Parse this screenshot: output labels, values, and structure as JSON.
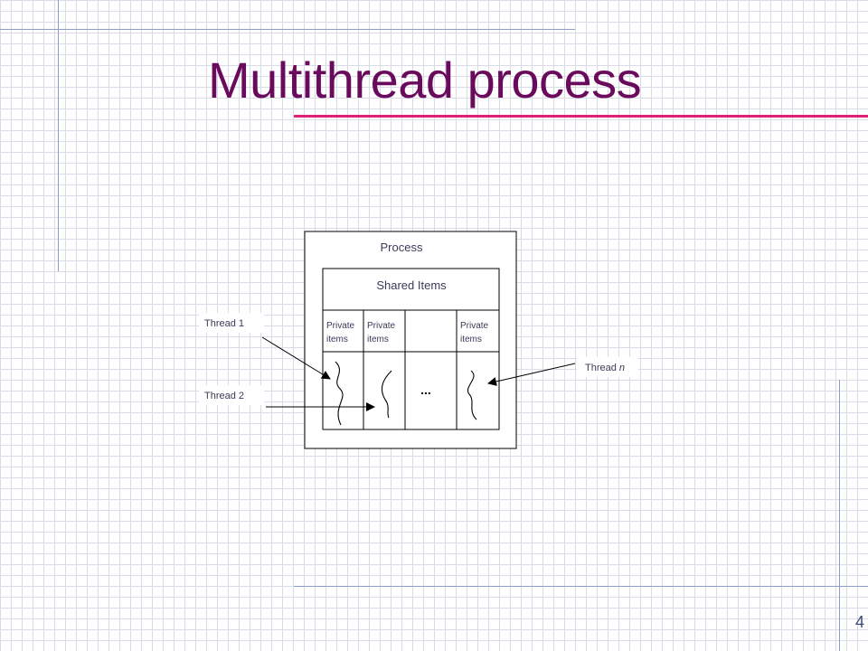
{
  "slide": {
    "title": "Multithread process",
    "page_number": "4"
  },
  "diagram": {
    "process_label": "Process",
    "shared_label": "Shared Items",
    "private_cols": [
      {
        "line1": "Private",
        "line2": "items"
      },
      {
        "line1": "Private",
        "line2": "items"
      },
      {
        "line1": "",
        "line2": ""
      },
      {
        "line1": "Private",
        "line2": "items"
      }
    ],
    "ellipsis": "...",
    "thread_labels": {
      "thread1_name": "Thread",
      "thread1_num": "1",
      "thread2_name": "Thread",
      "thread2_num": "2",
      "threadn_name": "Thread",
      "threadn_num": "n"
    }
  }
}
